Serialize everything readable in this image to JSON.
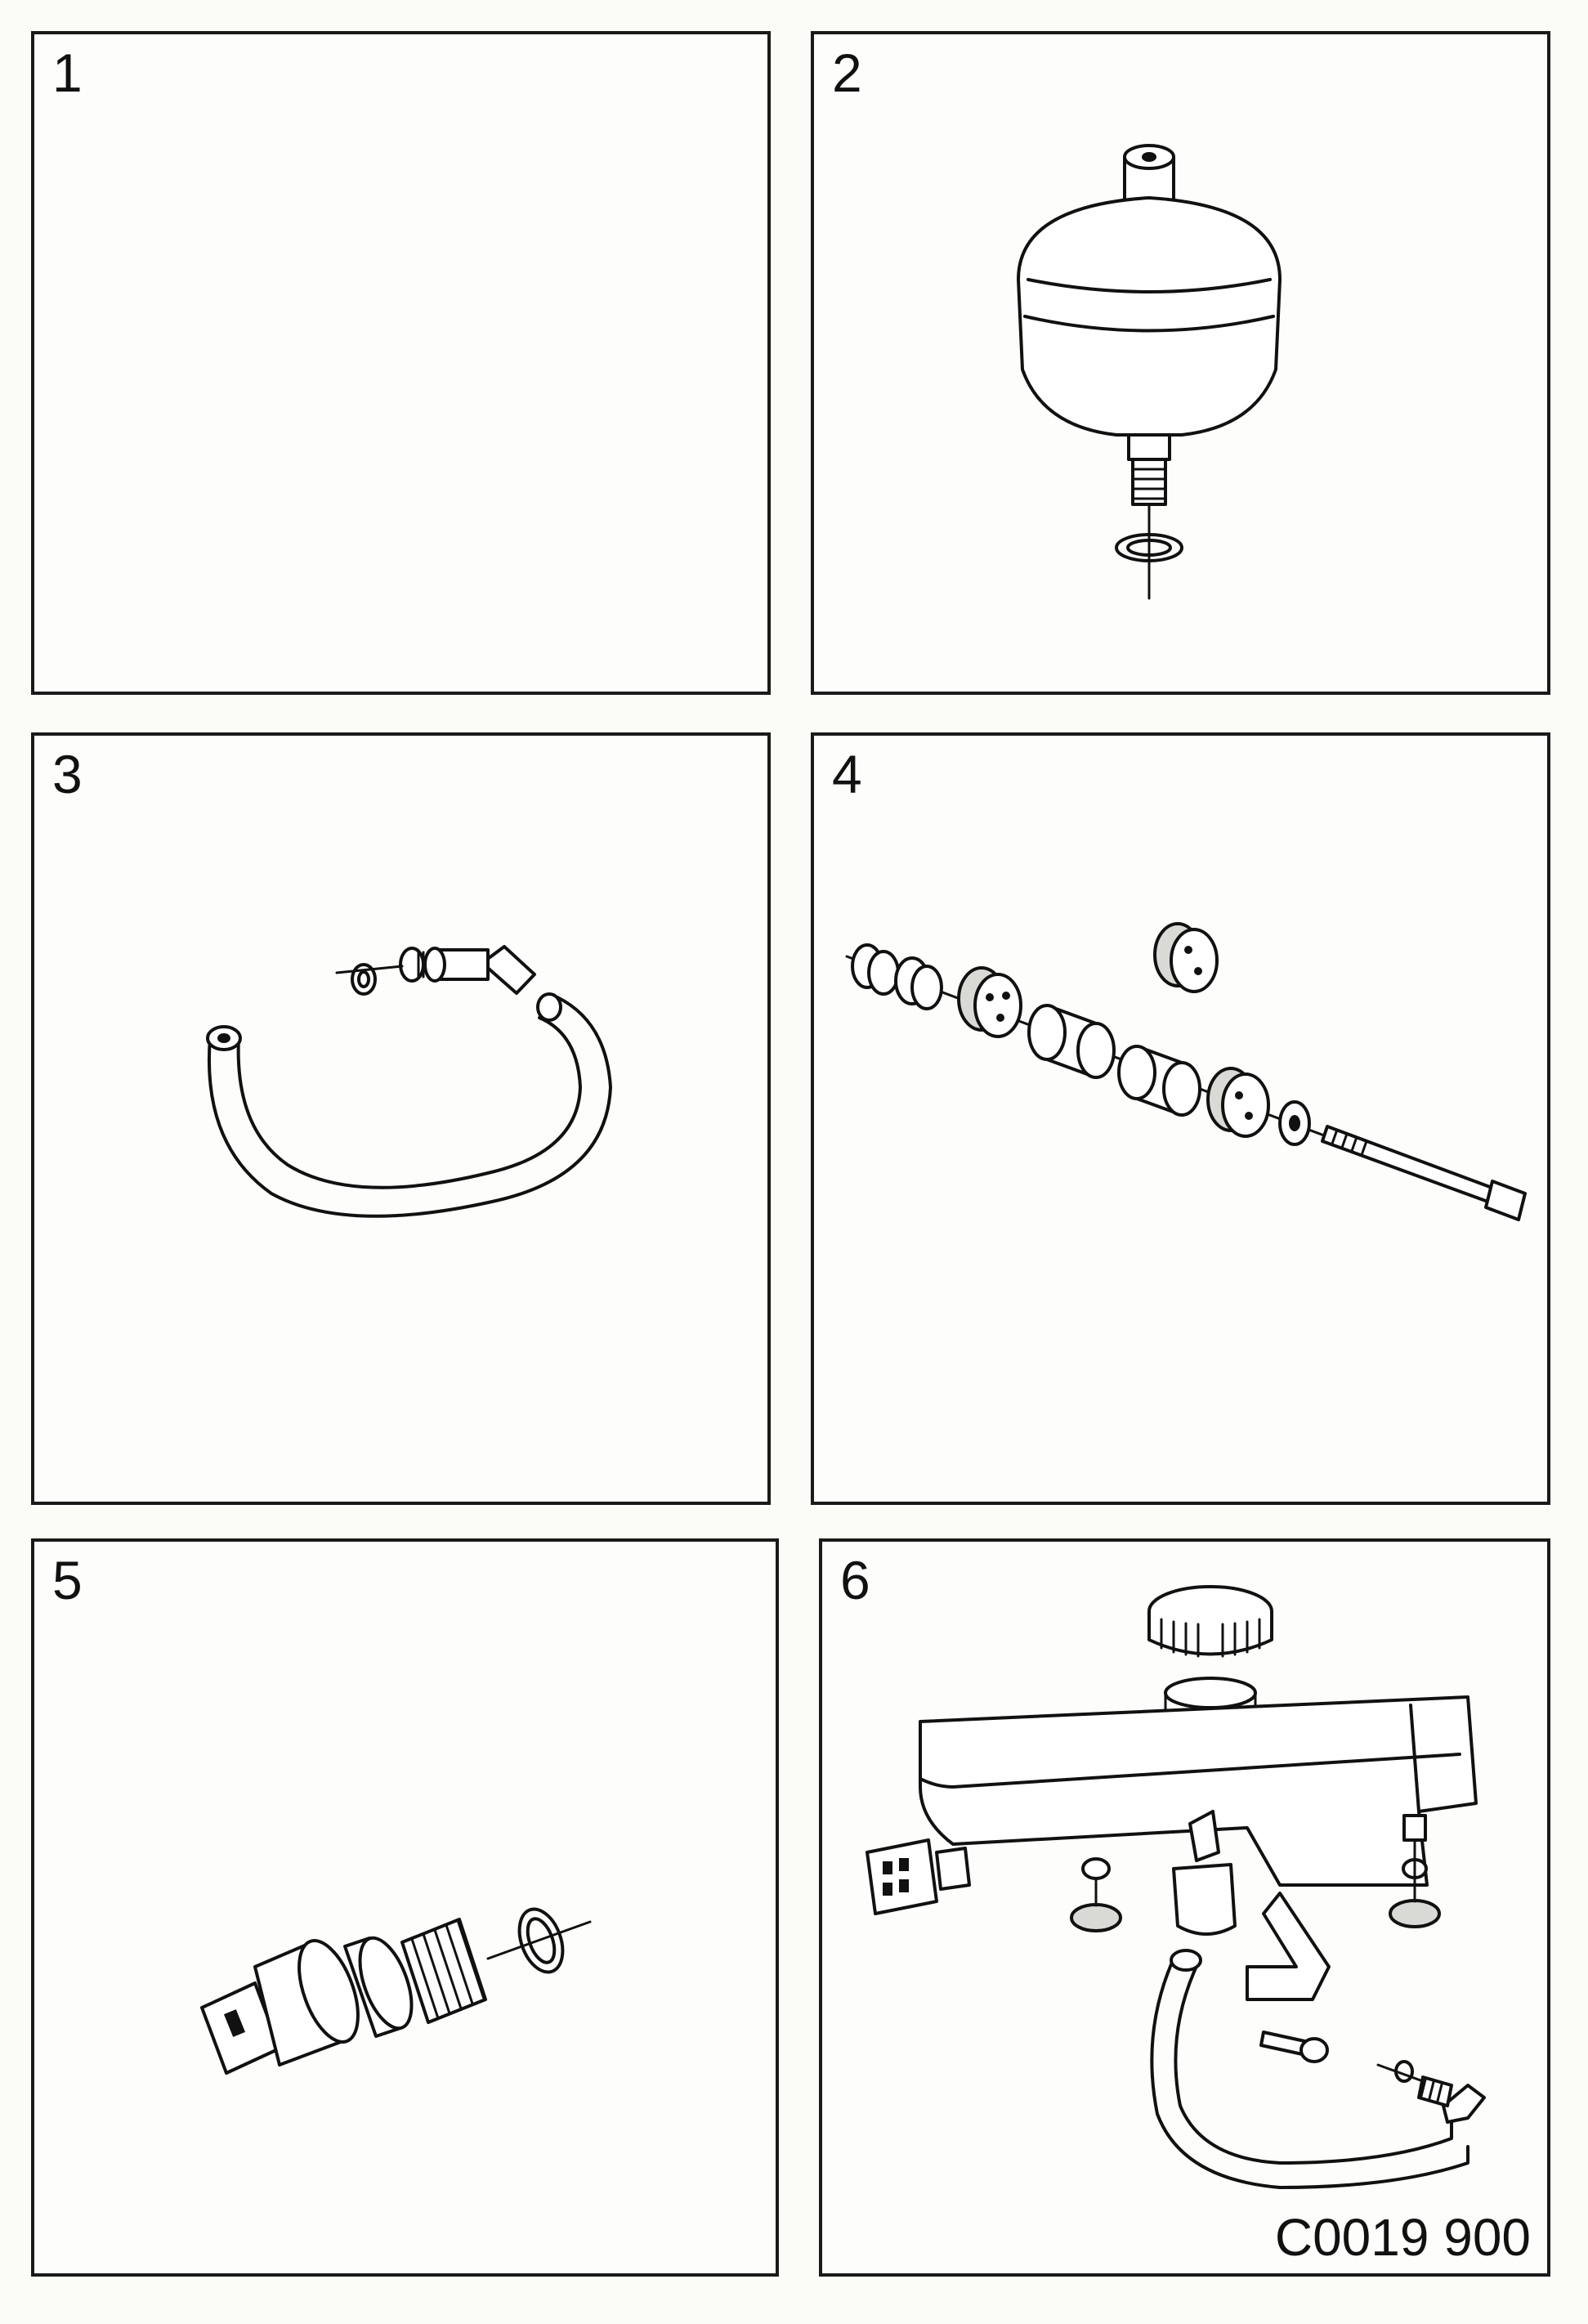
{
  "panels": [
    {
      "number": "1",
      "part": "empty-panel"
    },
    {
      "number": "2",
      "part": "pressure-accumulator"
    },
    {
      "number": "3",
      "part": "hose-with-fitting"
    },
    {
      "number": "4",
      "part": "bushing-bolt-kit"
    },
    {
      "number": "5",
      "part": "pressure-switch"
    },
    {
      "number": "6",
      "part": "fluid-reservoir-assembly"
    }
  ],
  "reference_code": "C0019 900"
}
